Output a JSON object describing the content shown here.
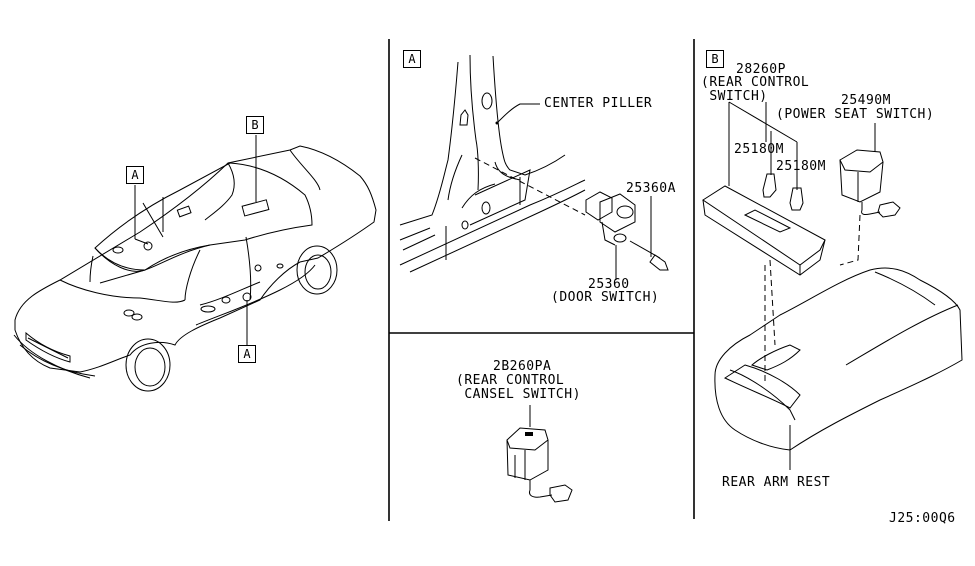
{
  "diagram": {
    "title": "Rear switch / door switch parts diagram",
    "reference_code": "J25:00Q6",
    "callouts": {
      "car_a_top": "A",
      "car_b": "B",
      "car_a_bottom": "A",
      "section_a": "A",
      "section_b": "B"
    },
    "section_a": {
      "center_pillar_label": "CENTER PILLER",
      "part_screw": "25360A",
      "part_door_switch_number": "25360",
      "part_door_switch_name": "(DOOR SWITCH)"
    },
    "section_cancel": {
      "part_number": "2B260PA",
      "part_name_line1": "(REAR CONTROL",
      "part_name_line2": " CANSEL SWITCH)"
    },
    "section_b": {
      "rear_control_number": "28260P",
      "rear_control_line1": "(REAR CONTROL",
      "rear_control_line2": " SWITCH)",
      "power_seat_number": "25490M",
      "power_seat_name": "(POWER SEAT SWITCH)",
      "bulb_1": "25180M",
      "bulb_2": "25180M",
      "arm_rest_label": "REAR ARM REST"
    }
  }
}
